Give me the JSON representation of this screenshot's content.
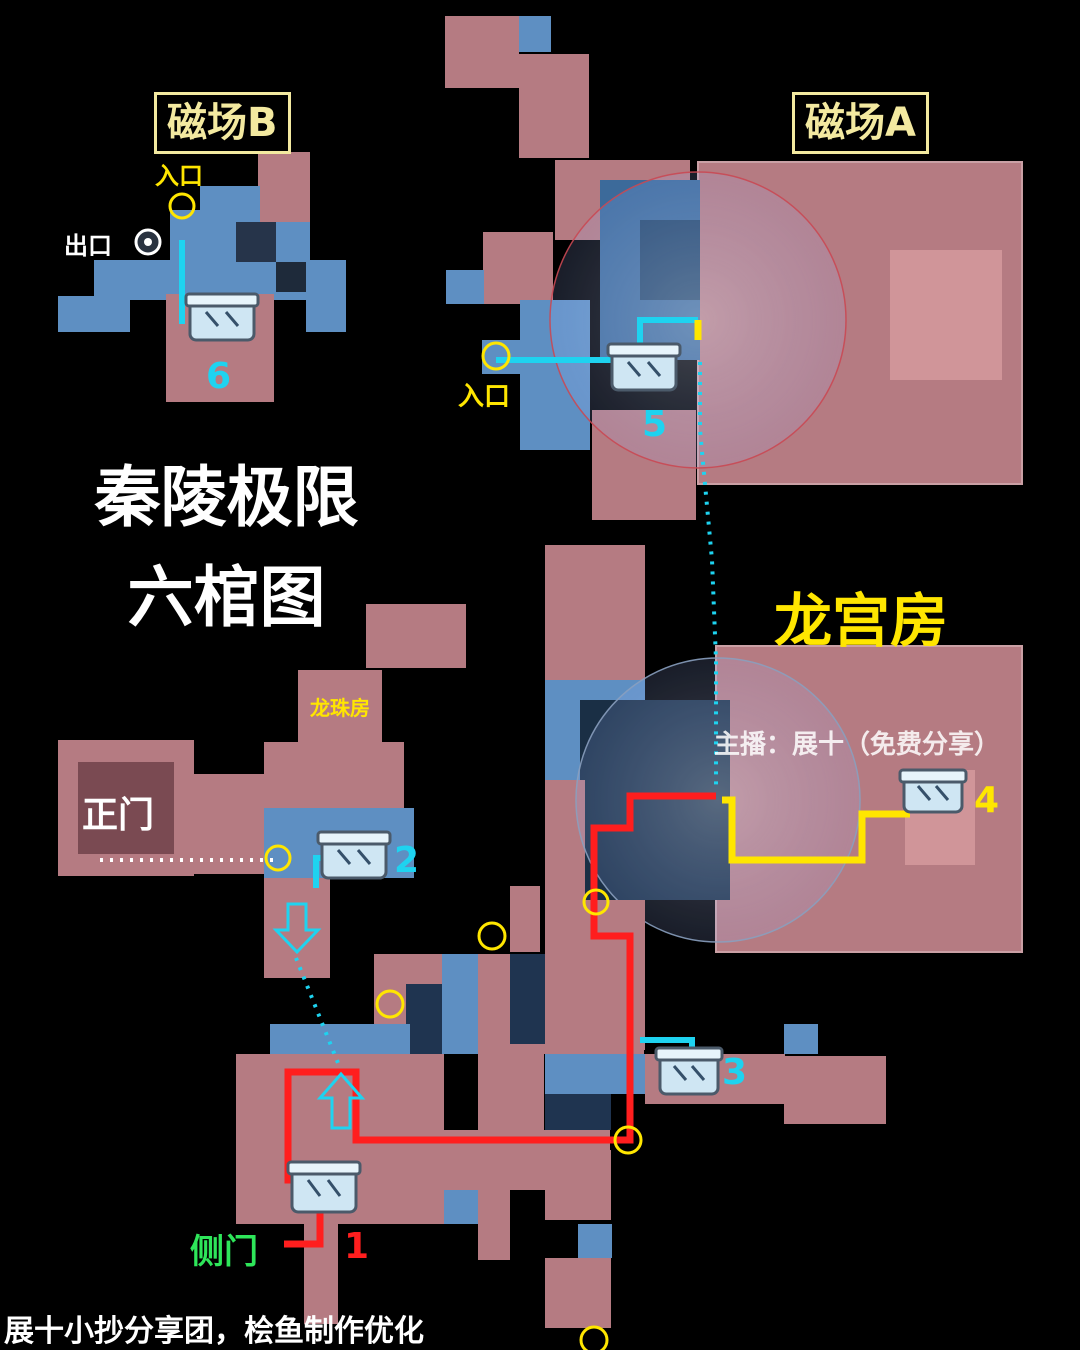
{
  "title": {
    "line1": "秦陵极限",
    "line2": "六棺图"
  },
  "zones": {
    "magnet_b": "磁场B",
    "magnet_a": "磁场A",
    "dragon_palace": "龙宫房",
    "dragon_pearl": "龙珠房",
    "main_gate": "正门",
    "side_gate": "侧门"
  },
  "labels": {
    "entrance_b": "入口",
    "exit_b": "出口",
    "entrance_a": "入口"
  },
  "coffins": [
    {
      "number": "1",
      "color": "#ff1e1e"
    },
    {
      "number": "2",
      "color": "#1ed3f0"
    },
    {
      "number": "3",
      "color": "#1ed3f0"
    },
    {
      "number": "4",
      "color": "#ffe600"
    },
    {
      "number": "5",
      "color": "#1ed3f0"
    },
    {
      "number": "6",
      "color": "#1ed3f0"
    }
  ],
  "watermark": "主播：展十（免费分享）",
  "footer": "展十小抄分享团，桧鱼制作优化",
  "colors": {
    "room_pink": "#b57b82",
    "room_blue": "#5e8fc2",
    "route_red": "#ff1e1e",
    "route_cyan": "#1ed3f0",
    "route_yellow": "#ffe600",
    "label_yellow": "#ffe600",
    "label_green": "#2ee65a"
  }
}
